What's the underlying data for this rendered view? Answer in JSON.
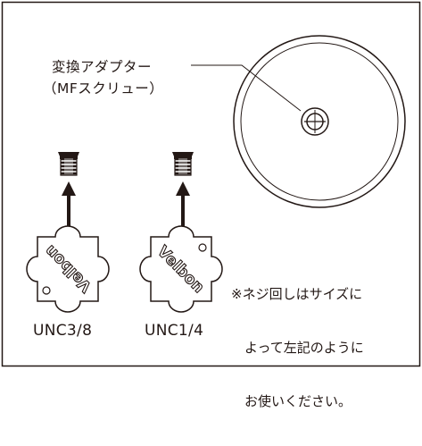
{
  "callout": {
    "line1": "変換アダプター",
    "line2": "（MFスクリュー）"
  },
  "adapters": [
    {
      "size_label": "UNC3/8",
      "plate_text": "Velbon"
    },
    {
      "size_label": "UNC1/4",
      "plate_text": "Velbon"
    }
  ],
  "note": {
    "lines": [
      "※ネジ回しはサイズに",
      "　よって左記のように",
      "　お使いください。"
    ]
  },
  "colors": {
    "ink": "#231815",
    "background": "#ffffff"
  }
}
